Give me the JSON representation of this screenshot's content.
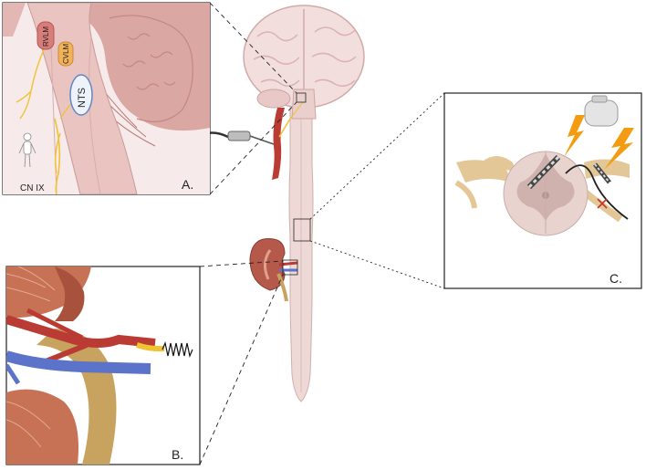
{
  "panels": {
    "a": {
      "letter": "A.",
      "nerve_label": "CN IX",
      "nuclei": [
        "RVLM",
        "CVLM",
        "NTS"
      ]
    },
    "b": {
      "letter": "B."
    },
    "c": {
      "letter": "C."
    }
  },
  "colors": {
    "tissue": "#f0d6d4",
    "tissue_dark": "#d9a7a3",
    "artery": "#b93b33",
    "vein": "#5b73c9",
    "nerve": "#f1c232",
    "fat": "#c8a25f",
    "spine": "#efd9d6"
  },
  "icons": [
    "brain-icon",
    "carotid-artery-icon",
    "stimulator-electrode-icon",
    "kidney-icon",
    "spinal-cord-icon",
    "pulse-generator-icon",
    "lightning-bolt-icon",
    "human-figure-icon"
  ]
}
